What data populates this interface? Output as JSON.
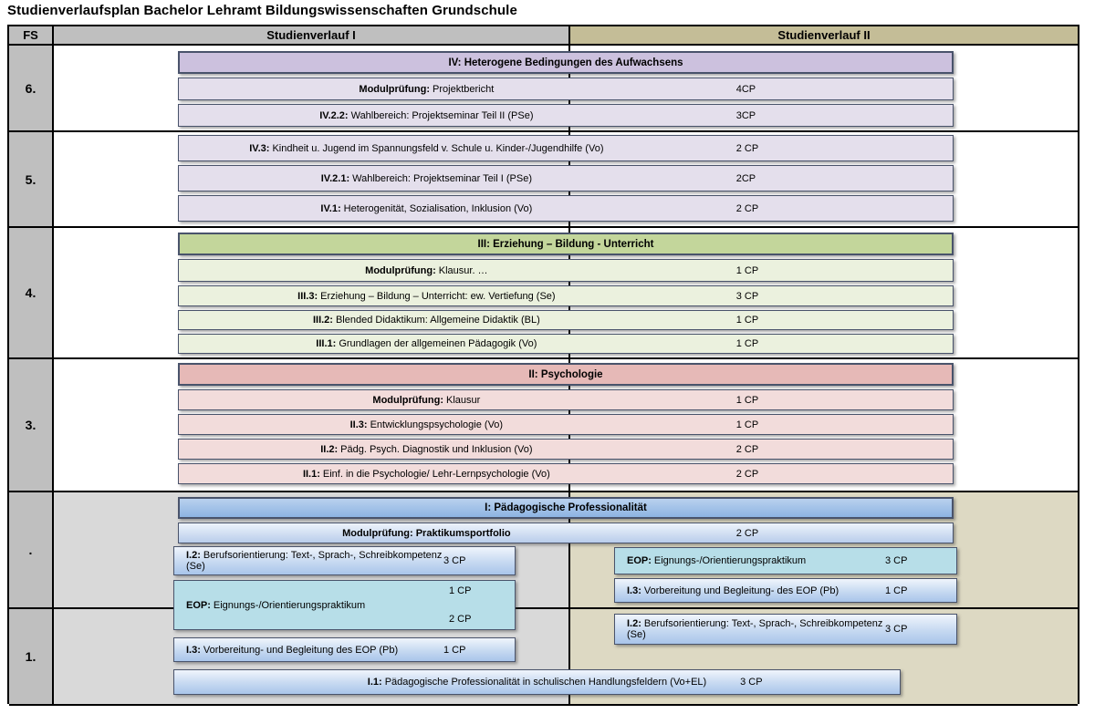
{
  "title": "Studienverlaufsplan Bachelor Lehramt Bildungswissenschaften Grundschule",
  "header": {
    "fs": "FS",
    "col1": "Studienverlauf I",
    "col2": "Studienverlauf II"
  },
  "semesters": {
    "s6": "6.",
    "s5": "5.",
    "s4": "4.",
    "s3": "3.",
    "s2": ".",
    "s1": "1."
  },
  "colors": {
    "header_gray": "#bfbfbf",
    "header_tan": "#c4bd97",
    "lower_left_bg": "#d9d9d9",
    "lower_right_bg": "#ddd9c3",
    "module_iv_header": "#ccc1de",
    "module_iv_body": "#e4dfec",
    "module_iii_header": "#c3d69b",
    "module_iii_body": "#ebf1de",
    "module_ii_header": "#e6b9b7",
    "module_ii_body": "#f2dcdb",
    "module_i_header": "#8db4e2",
    "module_i_body": "#c6d9f1",
    "eop_teal": "#b7dee8"
  },
  "modules": {
    "iv": {
      "title": "IV: Heterogene Bedingungen des Aufwachsens",
      "rows": [
        {
          "b": "Modulprüfung:",
          "t": "Projektbericht",
          "cp": "4CP"
        },
        {
          "b": "IV.2.2:",
          "t": "Wahlbereich:  Projektseminar Teil II (PSe)",
          "cp": "3CP"
        },
        {
          "b": "IV.3:",
          "t": "Kindheit u. Jugend im Spannungsfeld v. Schule u. Kinder-/Jugendhilfe (Vo)",
          "cp": "2 CP"
        },
        {
          "b": "IV.2.1:",
          "t": "Wahlbereich:  Projektseminar Teil I (PSe)",
          "cp": "2CP"
        },
        {
          "b": "IV.1:",
          "t": "Heterogenität, Sozialisation, Inklusion (Vo)",
          "cp": "2 CP"
        }
      ]
    },
    "iii": {
      "title": "III: Erziehung – Bildung - Unterricht",
      "rows": [
        {
          "b": "Modulprüfung:",
          "t": "Klausur. …",
          "cp": "1 CP"
        },
        {
          "b": "III.3:",
          "t": "Erziehung – Bildung – Unterricht: ew. Vertiefung (Se)",
          "cp": "3 CP"
        },
        {
          "b": "III.2:",
          "t": "Blended Didaktikum: Allgemeine Didaktik (BL)",
          "cp": "1 CP"
        },
        {
          "b": "III.1:",
          "t": "Grundlagen der allgemeinen Pädagogik (Vo)",
          "cp": "1 CP"
        }
      ]
    },
    "ii": {
      "title": "II: Psychologie",
      "rows": [
        {
          "b": "Modulprüfung:",
          "t": "Klausur",
          "cp": "1 CP"
        },
        {
          "b": "II.3:",
          "t": "Entwicklungspsychologie (Vo)",
          "cp": "1 CP"
        },
        {
          "b": "II.2:",
          "t": "Pädg. Psych. Diagnostik und Inklusion (Vo)",
          "cp": "2 CP"
        },
        {
          "b": "II.1:",
          "t": "Einf. in die Psychologie/ Lehr-Lernpsychologie  (Vo)",
          "cp": "2 CP"
        }
      ]
    },
    "i": {
      "title": "I: Pädagogische Professionalität",
      "modulpruefung": {
        "b": "Modulprüfung: Praktikumsportfolio",
        "cp": "2 CP"
      },
      "sv1": {
        "i2": {
          "b": "I.2:",
          "t": "Berufsorientierung: Text-, Sprach-, Schreibkompetenz (Se)",
          "cp": "3 CP"
        },
        "eop": {
          "b": "EOP:",
          "t": "Eignungs-/Orientierungspraktikum",
          "cp_top": "1 CP",
          "cp_bottom": "2 CP"
        },
        "i3": {
          "b": "I.3:",
          "t": "Vorbereitung- und Begleitung des EOP (Pb)",
          "cp": "1 CP"
        }
      },
      "sv2": {
        "eop": {
          "b": "EOP:",
          "t": "Eignungs-/Orientierungspraktikum",
          "cp": "3 CP"
        },
        "i3": {
          "b": "I.3:",
          "t": "Vorbereitung und Begleitung- des EOP  (Pb)",
          "cp": "1 CP"
        },
        "i2": {
          "b": "I.2:",
          "t": "Berufsorientierung: Text-, Sprach-, Schreibkompetenz (Se)",
          "cp": "3 CP"
        }
      },
      "i1": {
        "b": "I.1:",
        "t": "Pädagogische Professionalität in schulischen Handlungsfeldern (Vo+EL)",
        "cp": "3 CP"
      }
    }
  }
}
